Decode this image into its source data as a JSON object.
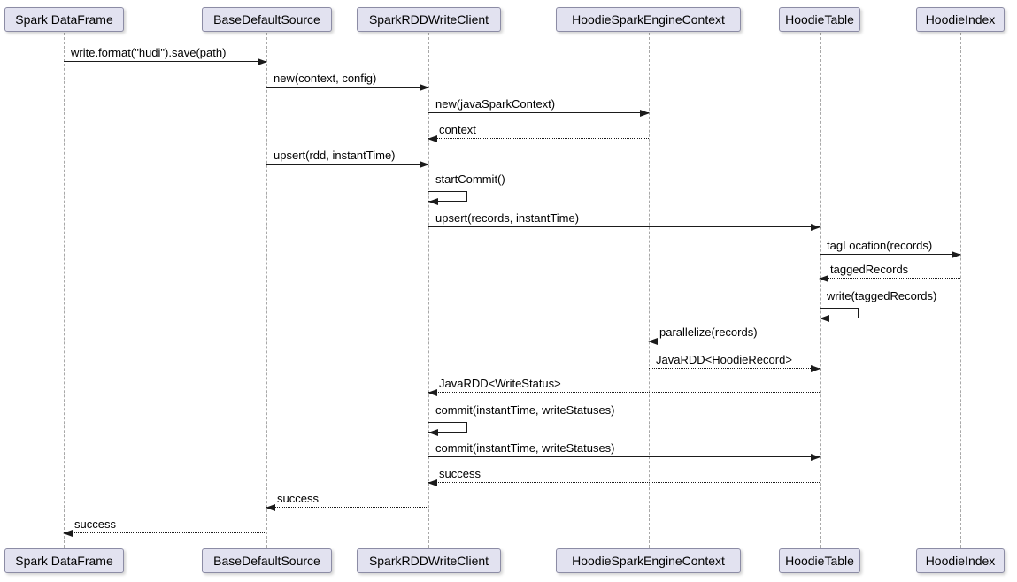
{
  "diagram_type": "uml-sequence-diagram",
  "participants": [
    {
      "name": "Spark DataFrame"
    },
    {
      "name": "BaseDefaultSource"
    },
    {
      "name": "SparkRDDWriteClient"
    },
    {
      "name": "HoodieSparkEngineContext"
    },
    {
      "name": "HoodieTable"
    },
    {
      "name": "HoodieIndex"
    }
  ],
  "messages": [
    {
      "label": "write.format(\"hudi\").save(path)",
      "from": "Spark DataFrame",
      "to": "BaseDefaultSource",
      "kind": "call"
    },
    {
      "label": "new(context, config)",
      "from": "BaseDefaultSource",
      "to": "SparkRDDWriteClient",
      "kind": "call"
    },
    {
      "label": "new(javaSparkContext)",
      "from": "SparkRDDWriteClient",
      "to": "HoodieSparkEngineContext",
      "kind": "call"
    },
    {
      "label": "context",
      "from": "HoodieSparkEngineContext",
      "to": "SparkRDDWriteClient",
      "kind": "return"
    },
    {
      "label": "upsert(rdd, instantTime)",
      "from": "BaseDefaultSource",
      "to": "SparkRDDWriteClient",
      "kind": "call"
    },
    {
      "label": "startCommit()",
      "from": "SparkRDDWriteClient",
      "to": "SparkRDDWriteClient",
      "kind": "self"
    },
    {
      "label": "upsert(records, instantTime)",
      "from": "SparkRDDWriteClient",
      "to": "HoodieTable",
      "kind": "call"
    },
    {
      "label": "tagLocation(records)",
      "from": "HoodieTable",
      "to": "HoodieIndex",
      "kind": "call"
    },
    {
      "label": "taggedRecords",
      "from": "HoodieIndex",
      "to": "HoodieTable",
      "kind": "return"
    },
    {
      "label": "write(taggedRecords)",
      "from": "HoodieTable",
      "to": "HoodieTable",
      "kind": "self"
    },
    {
      "label": "parallelize(records)",
      "from": "HoodieTable",
      "to": "HoodieSparkEngineContext",
      "kind": "call"
    },
    {
      "label": "JavaRDD<HoodieRecord>",
      "from": "HoodieSparkEngineContext",
      "to": "HoodieTable",
      "kind": "return"
    },
    {
      "label": "JavaRDD<WriteStatus>",
      "from": "HoodieTable",
      "to": "SparkRDDWriteClient",
      "kind": "return"
    },
    {
      "label": "commit(instantTime, writeStatuses)",
      "from": "SparkRDDWriteClient",
      "to": "SparkRDDWriteClient",
      "kind": "self"
    },
    {
      "label": "commit(instantTime, writeStatuses)",
      "from": "SparkRDDWriteClient",
      "to": "HoodieTable",
      "kind": "call"
    },
    {
      "label": "success",
      "from": "HoodieTable",
      "to": "SparkRDDWriteClient",
      "kind": "return"
    },
    {
      "label": "success",
      "from": "SparkRDDWriteClient",
      "to": "BaseDefaultSource",
      "kind": "return"
    },
    {
      "label": "success",
      "from": "BaseDefaultSource",
      "to": "Spark DataFrame",
      "kind": "return"
    }
  ],
  "colors": {
    "background": "#FFFFFF",
    "participant_fill": "#E2E2F0",
    "participant_border": "#8C8CA5",
    "lifeline": "#A8A8A8",
    "arrow": "#1B1B1B",
    "text": "#000000"
  }
}
